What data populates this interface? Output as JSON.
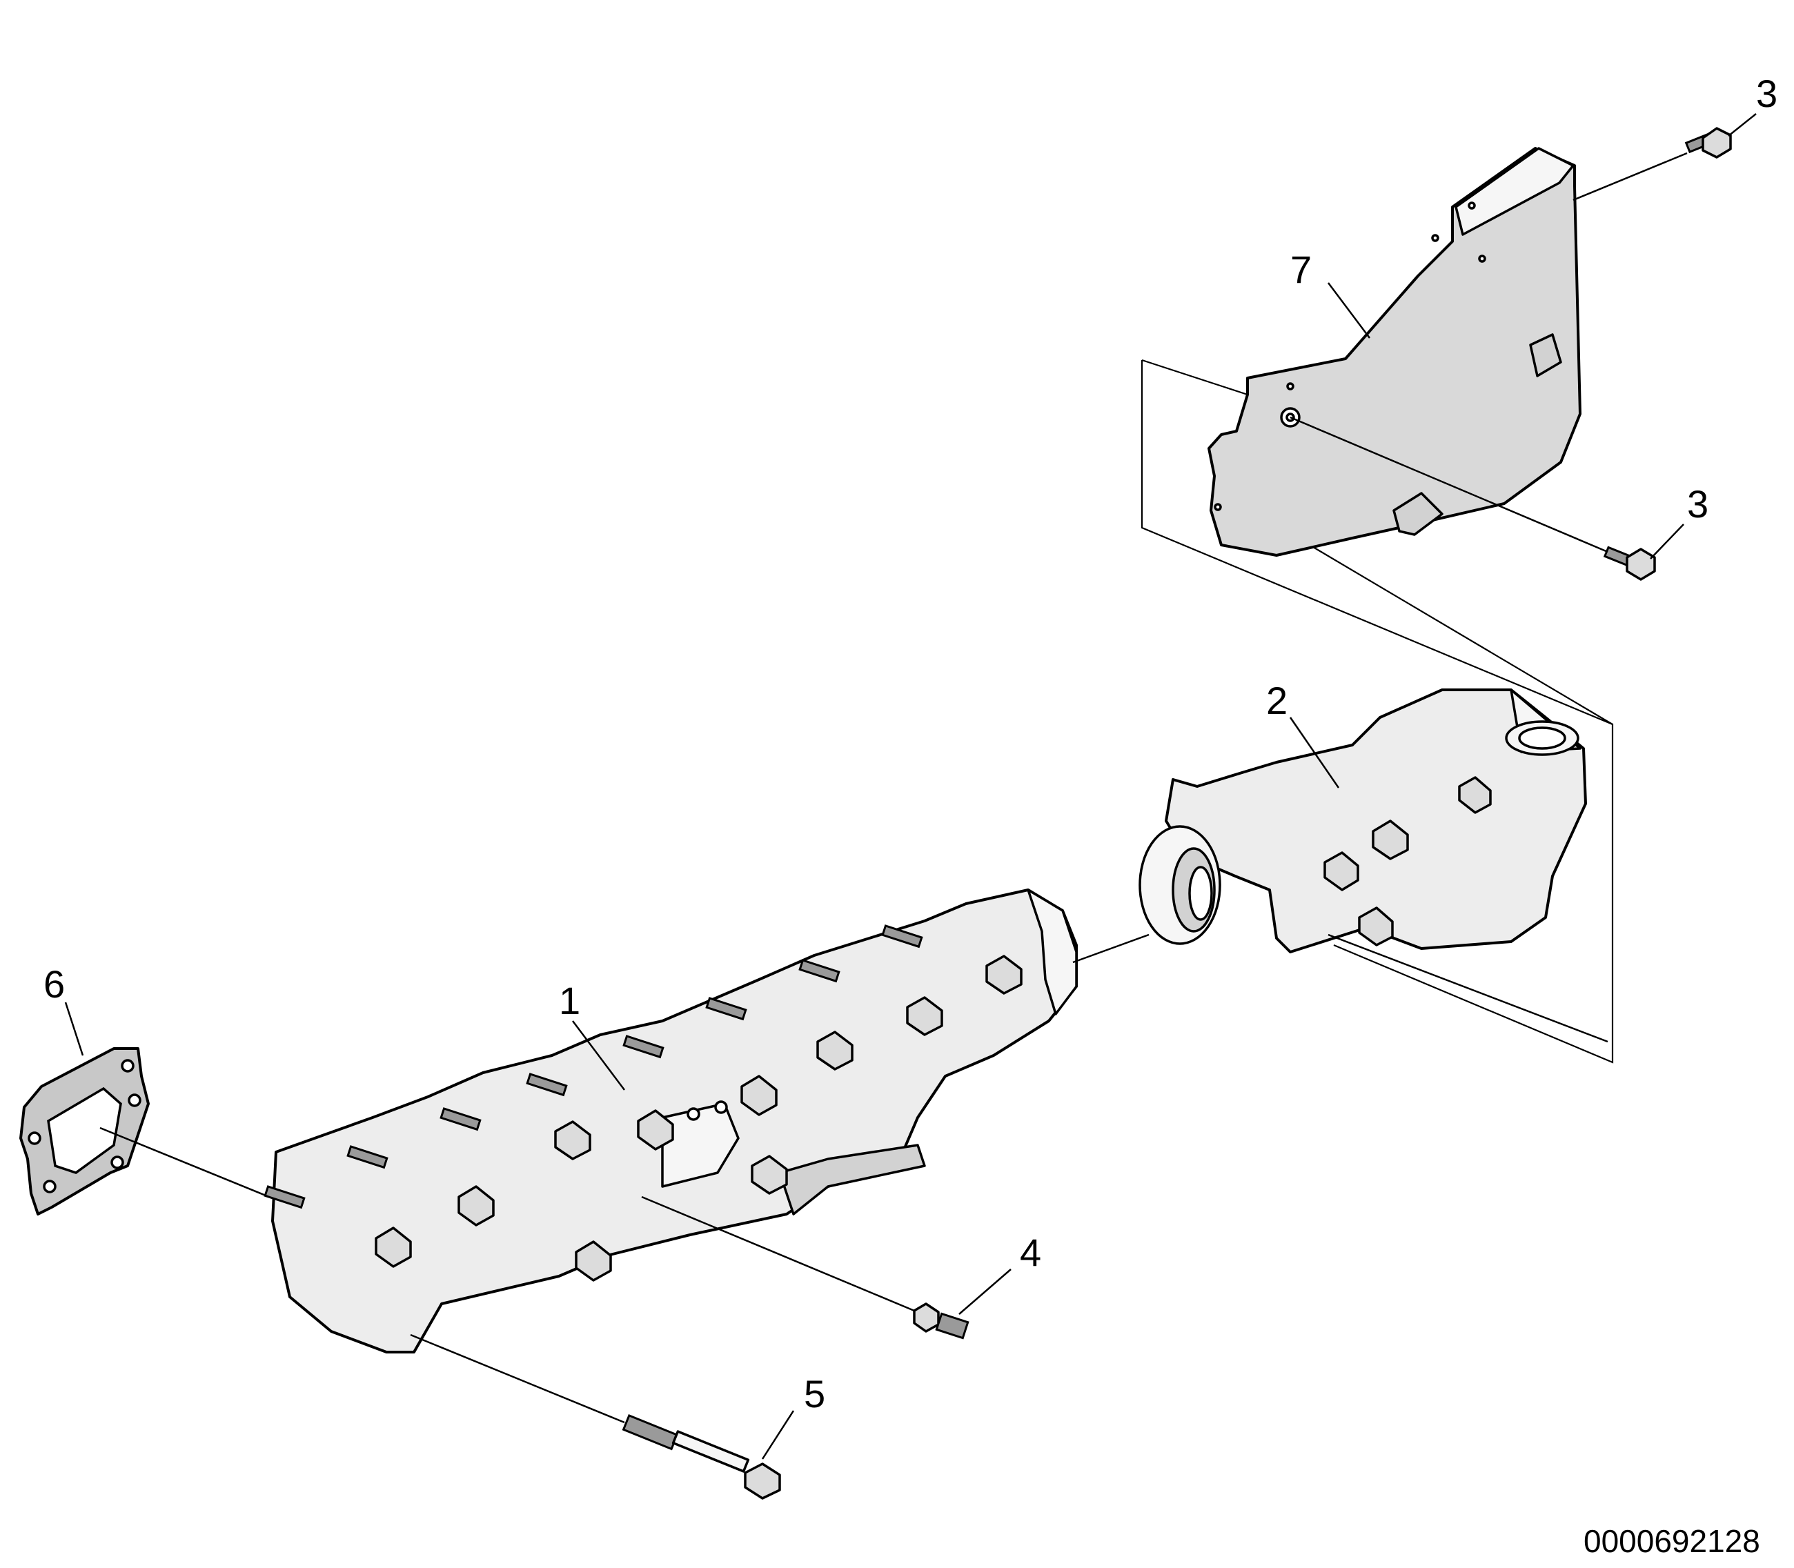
{
  "callouts": [
    {
      "id": "1",
      "label": "1"
    },
    {
      "id": "2",
      "label": "2"
    },
    {
      "id": "3a",
      "label": "3"
    },
    {
      "id": "3b",
      "label": "3"
    },
    {
      "id": "4",
      "label": "4"
    },
    {
      "id": "5",
      "label": "5"
    },
    {
      "id": "6",
      "label": "6"
    },
    {
      "id": "7",
      "label": "7"
    }
  ],
  "document_number": "0000692128"
}
